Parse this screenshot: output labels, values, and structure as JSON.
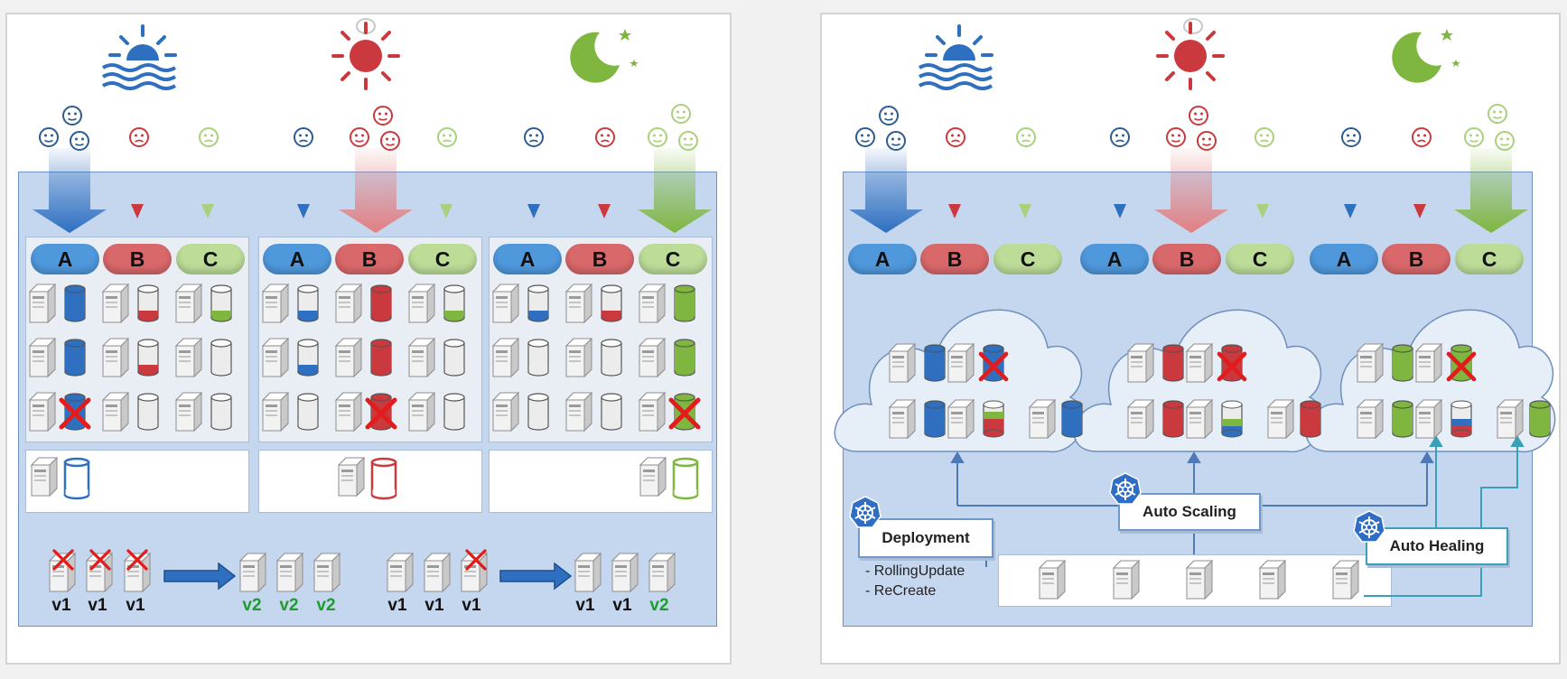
{
  "panels": [
    {
      "pills": [
        "A",
        "B",
        "C"
      ],
      "versions": {
        "group1_before": [
          "v1",
          "v1",
          "v1"
        ],
        "group1_after": [
          "v2",
          "v2",
          "v2"
        ],
        "group2_before": [
          "v1",
          "v1",
          "v1"
        ],
        "group2_after": [
          "v1",
          "v1",
          "v2"
        ]
      }
    },
    {
      "pills": [
        "A",
        "B",
        "C"
      ],
      "deployment": {
        "label": "Deployment",
        "strategies": [
          "- RollingUpdate",
          "- ReCreate"
        ]
      },
      "auto_scaling": "Auto Scaling",
      "auto_healing": "Auto Healing"
    }
  ],
  "colors": {
    "A": "#2e6fc0",
    "B": "#c9393d",
    "C": "#7eb63f",
    "panel_bg": "#c5d7ee",
    "v2_text": "#1e9c2e"
  },
  "icons": [
    "sunrise-icon",
    "sun-icon",
    "moon-icon",
    "smiley-face-icon",
    "server-icon",
    "database-cylinder-icon",
    "x-mark-icon",
    "kubernetes-icon",
    "cloud-icon",
    "right-arrow-icon"
  ]
}
